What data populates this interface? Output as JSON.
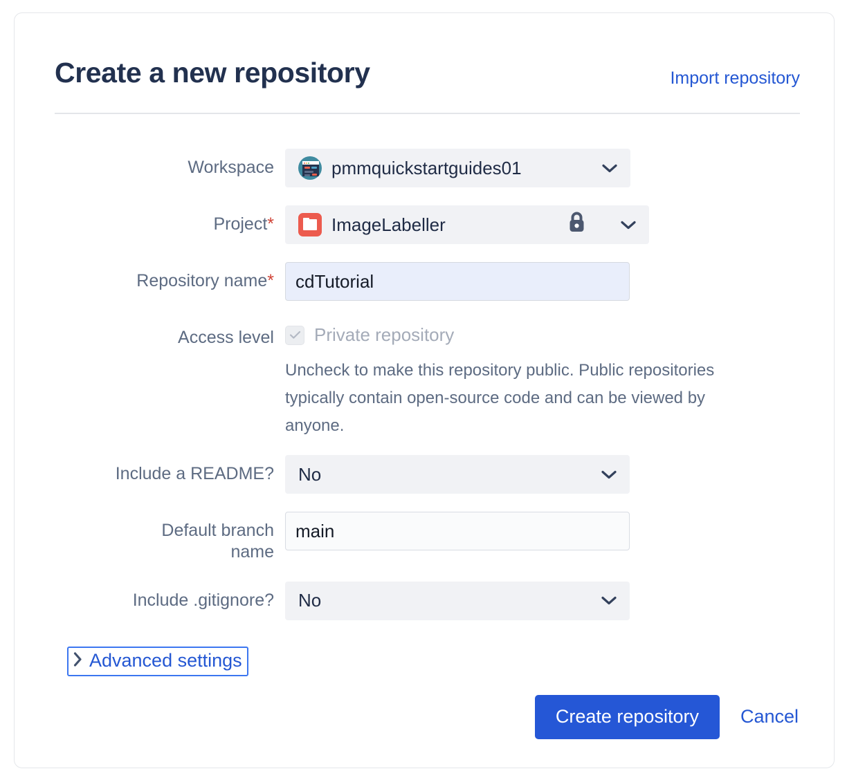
{
  "header": {
    "title": "Create a new repository",
    "import_link": "Import repository"
  },
  "fields": {
    "workspace": {
      "label": "Workspace",
      "value": "pmmquickstartguides01",
      "avatar_icon": "workspace-avatar-icon",
      "chevron_icon": "chevron-down-icon"
    },
    "project": {
      "label": "Project",
      "required_marker": "*",
      "value": "ImageLabeller",
      "project_icon": "folder-icon",
      "lock_icon": "lock-icon",
      "chevron_icon": "chevron-down-icon"
    },
    "repository_name": {
      "label": "Repository name",
      "required_marker": "*",
      "value": "cdTutorial",
      "placeholder": ""
    },
    "access_level": {
      "label": "Access level",
      "checkbox_label": "Private repository",
      "checked": true,
      "disabled": true,
      "check_icon": "check-icon",
      "help_text": "Uncheck to make this repository public. Public repositories typically contain open-source code and can be viewed by anyone."
    },
    "include_readme": {
      "label": "Include a README?",
      "value": "No",
      "chevron_icon": "chevron-down-icon"
    },
    "default_branch_name": {
      "label": "Default branch\nname",
      "value": "main",
      "placeholder": ""
    },
    "include_gitignore": {
      "label": "Include .gitignore?",
      "value": "No",
      "chevron_icon": "chevron-down-icon"
    }
  },
  "advanced": {
    "label": "Advanced settings",
    "chevron_icon": "chevron-right-icon",
    "expanded": false
  },
  "footer": {
    "submit_label": "Create repository",
    "cancel_label": "Cancel"
  },
  "colors": {
    "accent_blue": "#2557d6",
    "link_blue": "#2457d3",
    "title_navy": "#22314f",
    "label_gray": "#5d6b82",
    "required_red": "#d04437",
    "project_icon_red": "#ec5b4e",
    "workspace_avatar_teal": "#3f8ba0",
    "field_fill": "#f1f2f5",
    "focused_field_fill": "#e9eefb",
    "focus_ring": "#3b76f0"
  }
}
